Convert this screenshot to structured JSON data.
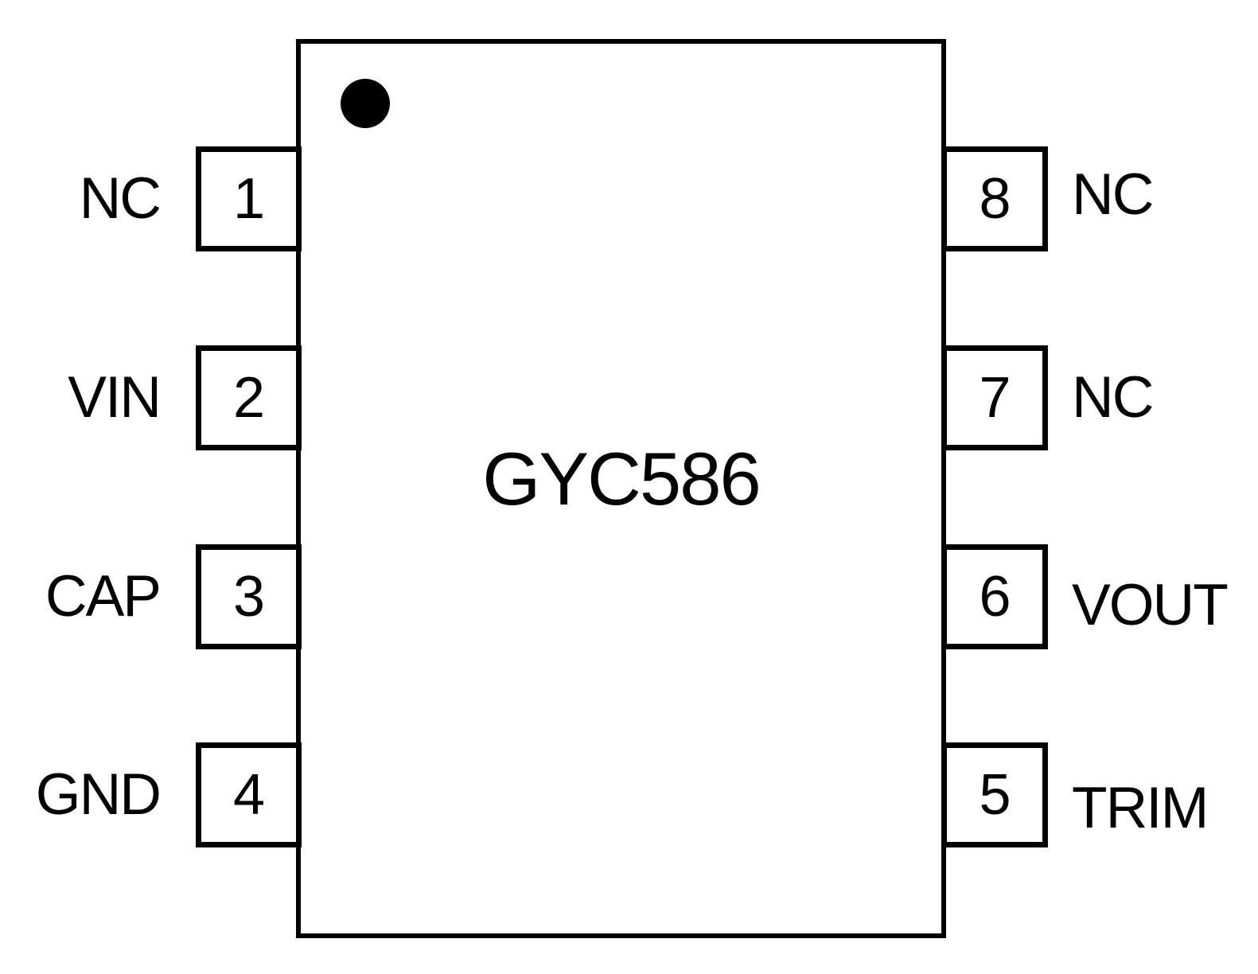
{
  "chip": {
    "title": "GYC586",
    "package_pin_count": 8,
    "pin1_indicator": "dot"
  },
  "colors": {
    "line": "#000000",
    "background": "#ffffff"
  },
  "pins": {
    "left": [
      {
        "number": "1",
        "label": "NC"
      },
      {
        "number": "2",
        "label": "VIN"
      },
      {
        "number": "3",
        "label": "CAP"
      },
      {
        "number": "4",
        "label": "GND"
      }
    ],
    "right": [
      {
        "number": "8",
        "label": "NC"
      },
      {
        "number": "7",
        "label": "NC"
      },
      {
        "number": "6",
        "label": "VOUT"
      },
      {
        "number": "5",
        "label": "TRIM"
      }
    ]
  }
}
